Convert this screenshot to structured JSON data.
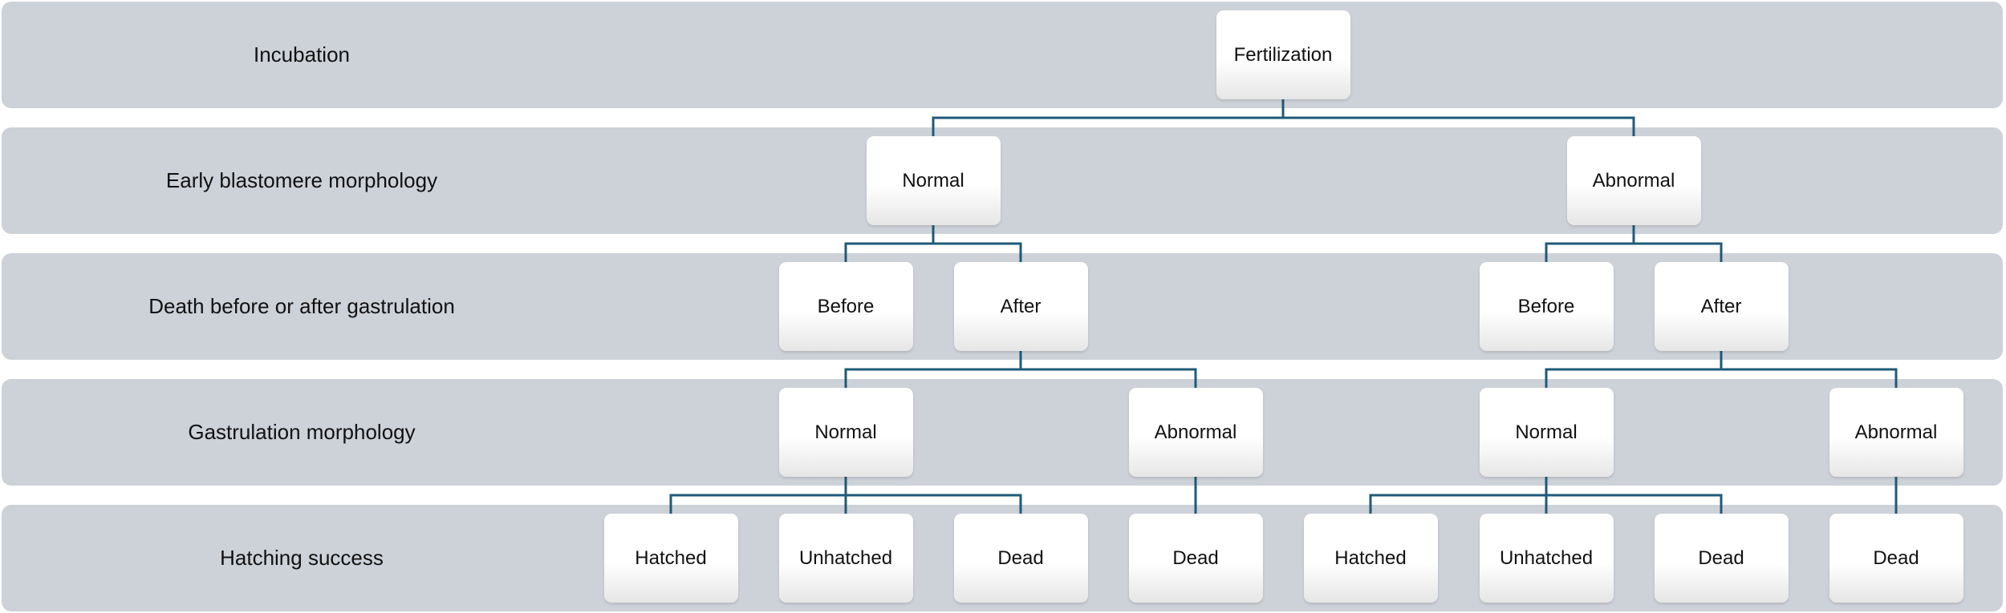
{
  "diagram": {
    "rows": [
      {
        "label": "Incubation"
      },
      {
        "label": "Early blastomere morphology"
      },
      {
        "label": "Death before or after gastrulation"
      },
      {
        "label": "Gastrulation morphology"
      },
      {
        "label": "Hatching success"
      }
    ],
    "nodes": [
      {
        "id": "n0",
        "label": "Fertilization",
        "row": 0
      },
      {
        "id": "n1",
        "label": "Normal",
        "row": 1
      },
      {
        "id": "n2",
        "label": "Abnormal",
        "row": 1
      },
      {
        "id": "n3",
        "label": "Before",
        "row": 2
      },
      {
        "id": "n4",
        "label": "After",
        "row": 2
      },
      {
        "id": "n5",
        "label": "Before",
        "row": 2
      },
      {
        "id": "n6",
        "label": "After",
        "row": 2
      },
      {
        "id": "n7",
        "label": "Normal",
        "row": 3
      },
      {
        "id": "n8",
        "label": "Abnormal",
        "row": 3
      },
      {
        "id": "n9",
        "label": "Normal",
        "row": 3
      },
      {
        "id": "n10",
        "label": "Abnormal",
        "row": 3
      },
      {
        "id": "n11",
        "label": "Hatched",
        "row": 4
      },
      {
        "id": "n12",
        "label": "Unhatched",
        "row": 4
      },
      {
        "id": "n13",
        "label": "Dead",
        "row": 4
      },
      {
        "id": "n14",
        "label": "Dead",
        "row": 4
      },
      {
        "id": "n15",
        "label": "Hatched",
        "row": 4
      },
      {
        "id": "n16",
        "label": "Unhatched",
        "row": 4
      },
      {
        "id": "n17",
        "label": "Dead",
        "row": 4
      },
      {
        "id": "n18",
        "label": "Dead",
        "row": 4
      }
    ],
    "edges": [
      {
        "from": "n0",
        "to": [
          "n1",
          "n2"
        ]
      },
      {
        "from": "n1",
        "to": [
          "n3",
          "n4"
        ]
      },
      {
        "from": "n2",
        "to": [
          "n5",
          "n6"
        ]
      },
      {
        "from": "n4",
        "to": [
          "n7",
          "n8"
        ]
      },
      {
        "from": "n6",
        "to": [
          "n9",
          "n10"
        ]
      },
      {
        "from": "n7",
        "to": [
          "n11",
          "n12",
          "n13"
        ]
      },
      {
        "from": "n8",
        "to": [
          "n14"
        ]
      },
      {
        "from": "n9",
        "to": [
          "n15",
          "n16",
          "n17"
        ]
      },
      {
        "from": "n10",
        "to": [
          "n18"
        ]
      }
    ],
    "colors": {
      "band": "#cdd1d8",
      "connector": "#1f5a78",
      "node": "#ffffff"
    }
  }
}
